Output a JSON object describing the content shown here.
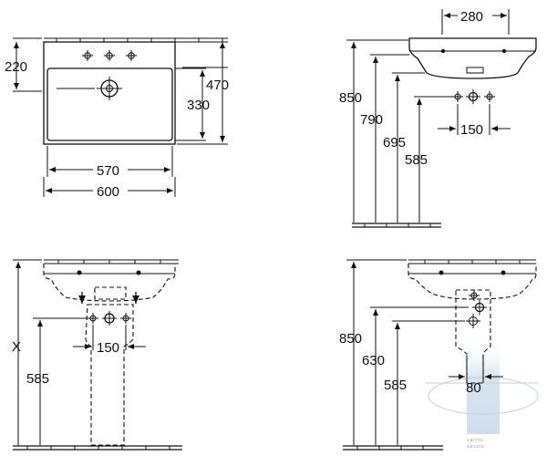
{
  "top_left": {
    "dims": {
      "d220": "220",
      "d470": "470",
      "d330": "330",
      "d570": "570",
      "d600": "600"
    }
  },
  "top_right": {
    "dims": {
      "d280": "280",
      "d850": "850",
      "d790": "790",
      "d695": "695",
      "d585": "585",
      "d150": "150"
    }
  },
  "bottom_left": {
    "dims": {
      "dX": "X",
      "d585": "585",
      "d150": "150"
    }
  },
  "bottom_right": {
    "dims": {
      "d850": "850",
      "d630": "630",
      "d585": "585",
      "d80": "80"
    }
  },
  "watermark": {
    "line1": "vannu",
    "line2": "pesele"
  },
  "colors": {
    "ink": "#111111",
    "watermark_tint": "#c9d9ea"
  }
}
